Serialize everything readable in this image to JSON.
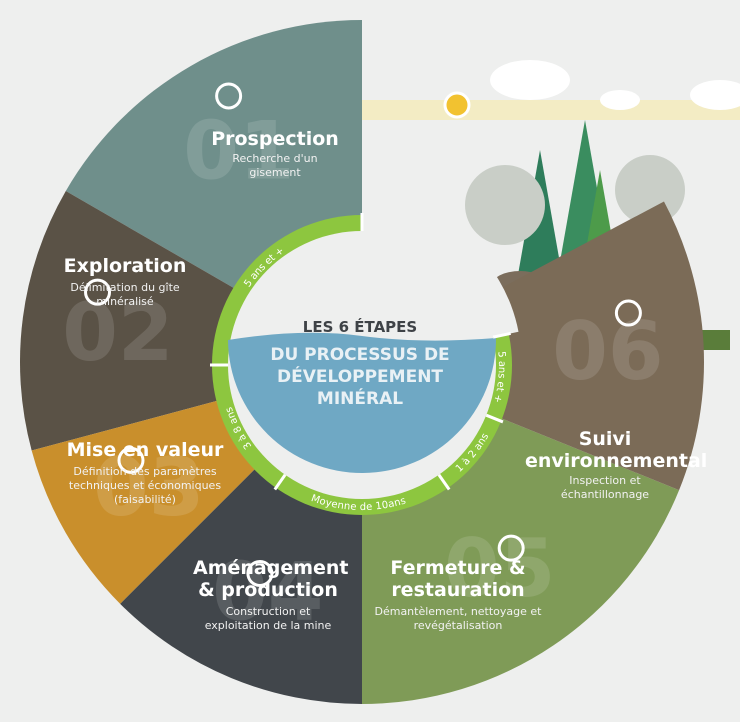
{
  "center": {
    "line1": "LES 6 ÉTAPES",
    "line2": "DU PROCESSUS DE",
    "line3": "DÉVELOPPEMENT",
    "line4": "MINÉRAL"
  },
  "durations": [
    "5 ans et +",
    "3 à 8 ans",
    "Moyenne de 10ans",
    "1 à 2 ans",
    "5 ans et +"
  ],
  "steps": [
    {
      "num": "01",
      "title": "Prospection",
      "desc": "Recherche d'un gisement",
      "color": "#6f8f8b",
      "icon": "helicopter-icon"
    },
    {
      "num": "02",
      "title": "Exploration",
      "desc": "Délimitation du gîte minéralisé",
      "color": "#5a5246",
      "icon": "drill-rig-icon"
    },
    {
      "num": "03",
      "title": "Mise en valeur",
      "desc": "Définition des paramètres techniques et économiques (faisabilité)",
      "color": "#c98f2c",
      "icon": "engineer-icon"
    },
    {
      "num": "04",
      "title": "Aménagement & production",
      "desc": "Construction et exploitation de la mine",
      "color": "#41464b",
      "icon": "mining-truck-icon"
    },
    {
      "num": "05",
      "title": "Fermeture & restauration",
      "desc": "Démantèlement, nettoyage et revégétalisation",
      "color": "#7f9b57",
      "icon": "planting-icon"
    },
    {
      "num": "06",
      "title": "Suivi environnemental",
      "desc": "Inspection et échantillonnage",
      "color": "#7b6b57",
      "icon": "sampling-icon"
    }
  ],
  "colors": {
    "ring": "#8dc63f",
    "water": "#6fa8c4",
    "background": "#eeefee"
  }
}
